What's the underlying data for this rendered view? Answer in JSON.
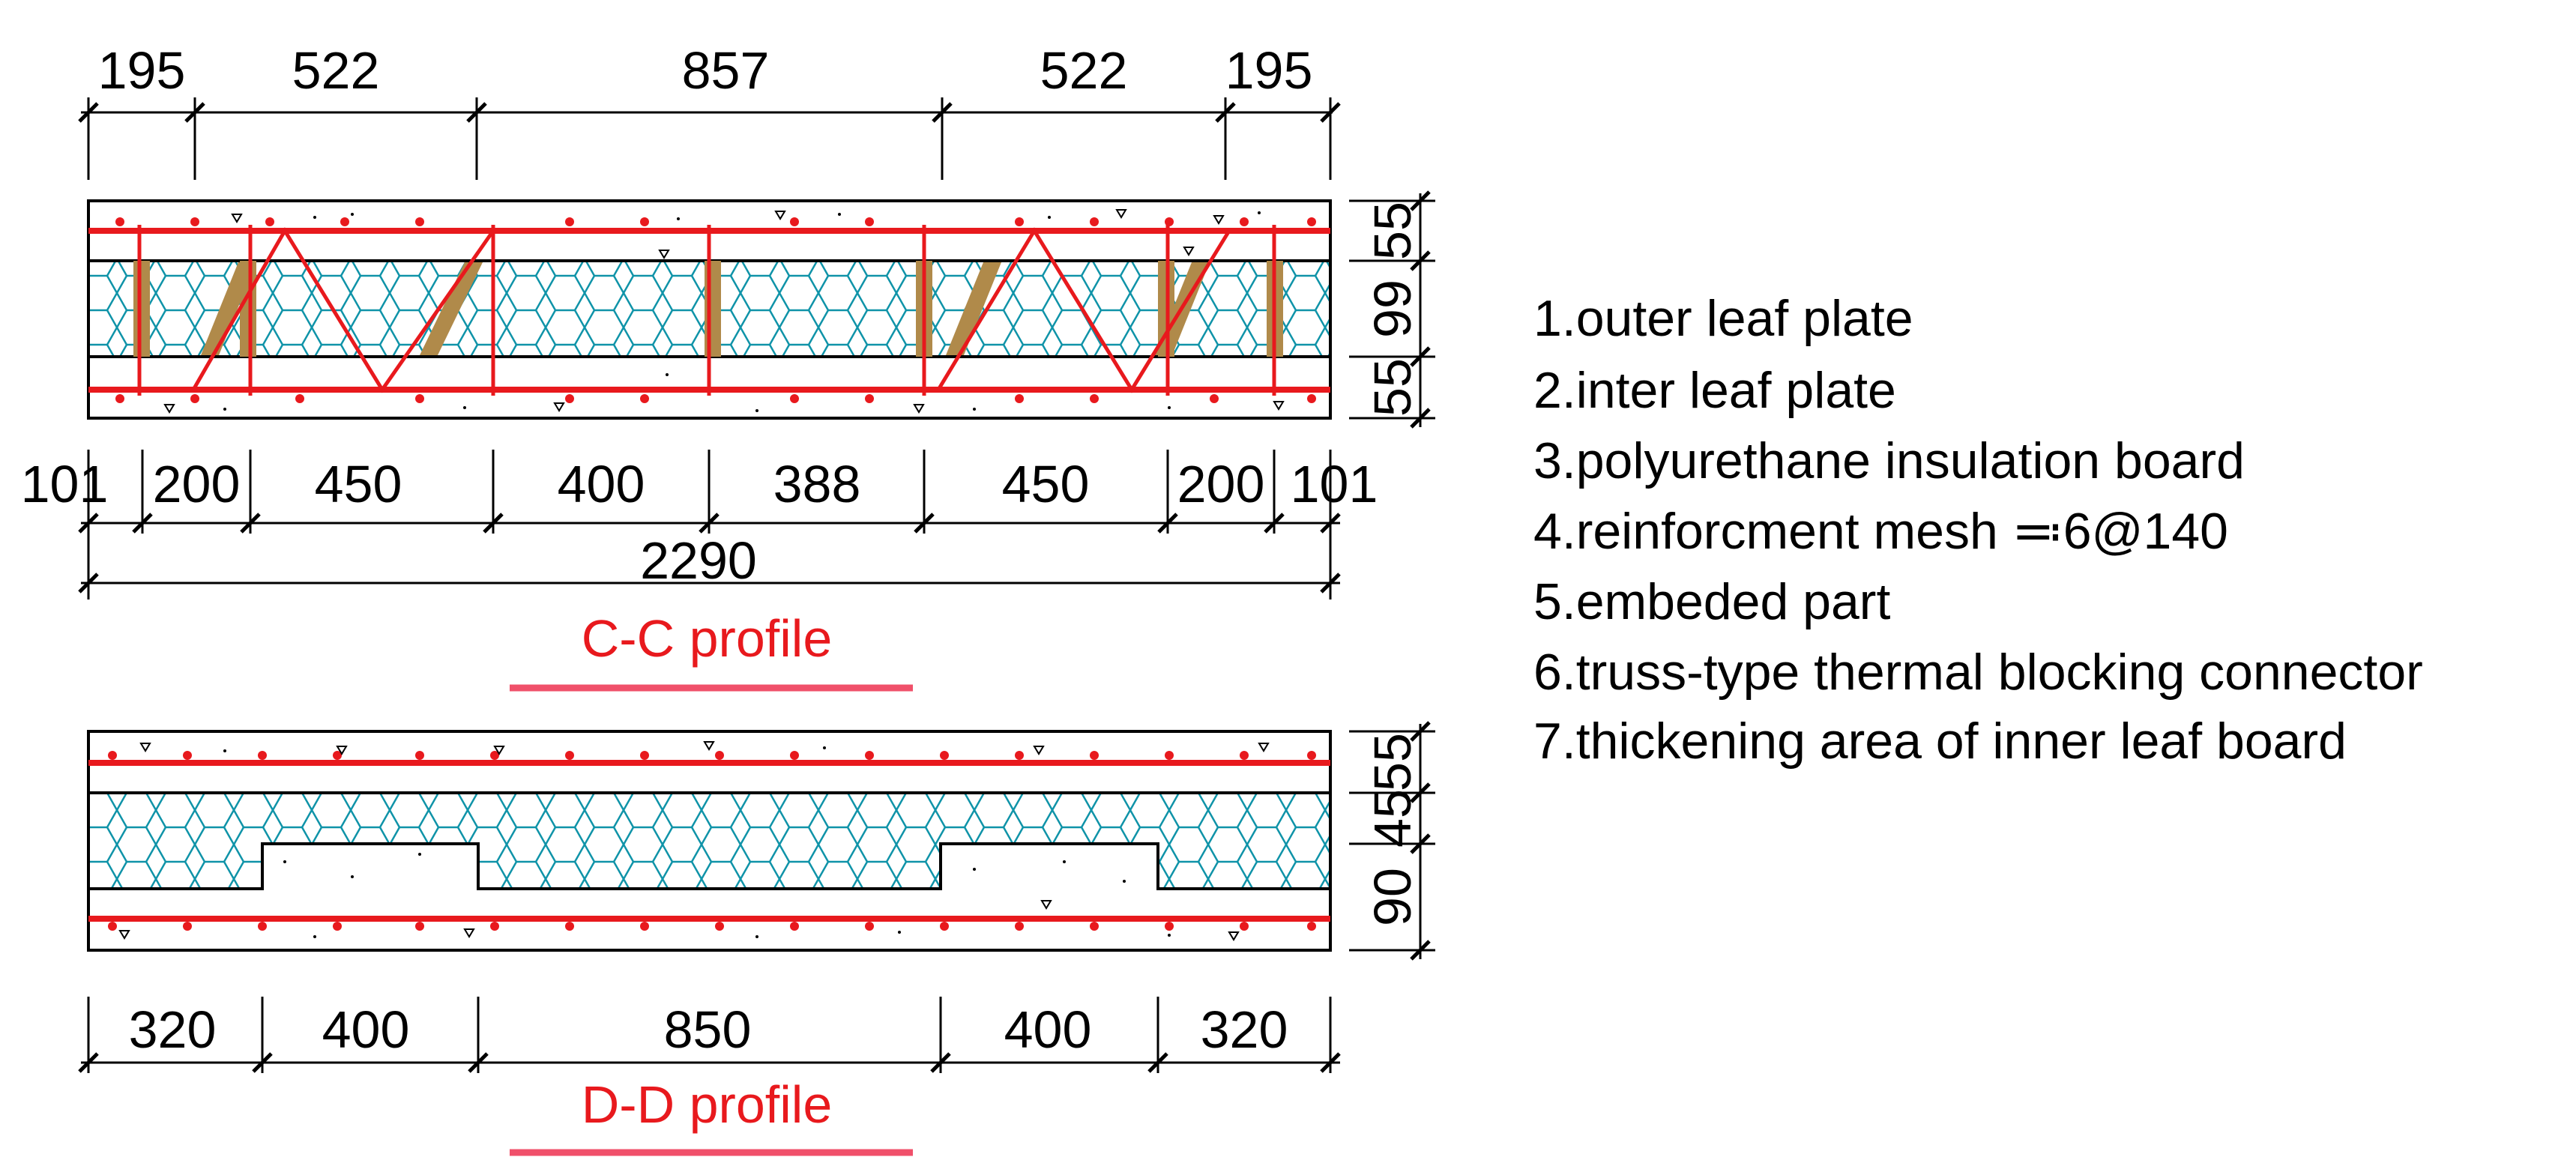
{
  "colors": {
    "rebar": "#e8191d",
    "insulation": "#0f93a8",
    "embedded": "#b08a4a",
    "title": "#e8191d",
    "underline": "#f0506a"
  },
  "cc_profile": {
    "title": "C-C profile",
    "top_dims": [
      "195",
      "522",
      "857",
      "522",
      "195"
    ],
    "bottom_dims": [
      "101",
      "200",
      "450",
      "400",
      "388",
      "450",
      "200",
      "101"
    ],
    "total": "2290",
    "side_dims": [
      "55",
      "99",
      "55"
    ]
  },
  "dd_profile": {
    "title": "D-D profile",
    "bottom_dims": [
      "320",
      "400",
      "850",
      "400",
      "320"
    ],
    "side_dims": [
      "55",
      "45",
      "90"
    ]
  },
  "legend": [
    "1.outer leaf plate",
    "2.inter leaf plate",
    "3.polyurethane insulation board",
    "4.reinforcment mesh ≕6@140",
    "5.embeded part",
    "6.truss-type thermal blocking connector",
    "7.thickening area of inner leaf board"
  ]
}
